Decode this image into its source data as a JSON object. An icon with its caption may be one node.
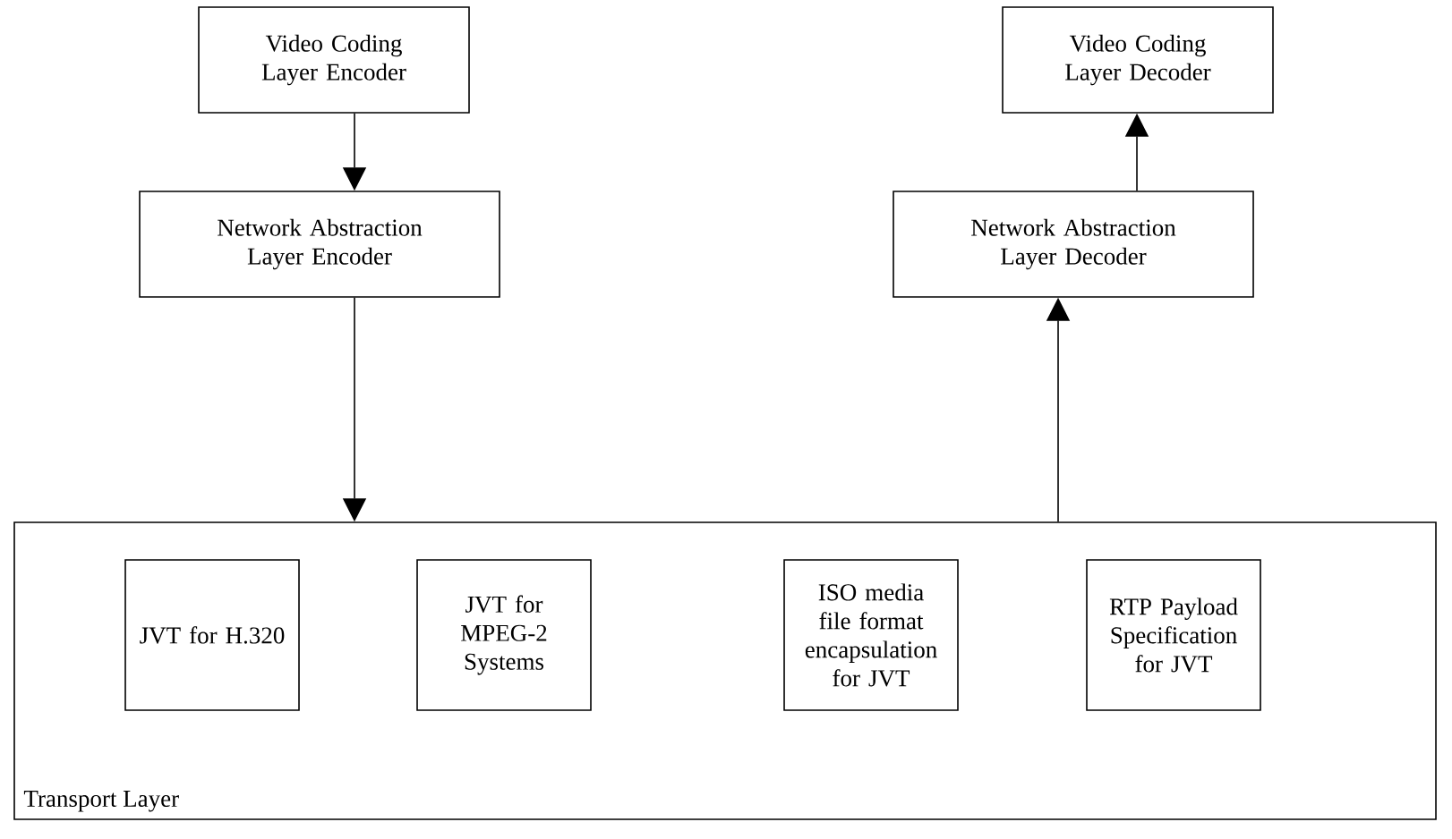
{
  "diagram": {
    "nodes": [
      {
        "text": [
          "Video Coding Layer Encoder"
        ]
      },
      {
        "text": [
          "Video Coding Layer Decoder"
        ]
      },
      {
        "text": [
          "Network Abstraction Layer Encoder"
        ]
      },
      {
        "text": [
          "Network Abstraction Layer Decoder"
        ]
      },
      {
        "text": [
          "Transport Layer"
        ]
      },
      {
        "text": [
          "JVT for H.320"
        ],
        "in": 4
      },
      {
        "text": [
          "JVT for MPEG-2 Systems"
        ],
        "in": 4
      },
      {
        "text": [
          "ISO media file format encapsulation for JVT"
        ],
        "in": 4
      },
      {
        "text": [
          "RTP Payload Specification for JVT"
        ],
        "in": 4
      }
    ],
    "edges": [
      {
        "from": 0,
        "to": 2,
        "arrow": "to"
      },
      {
        "from": 2,
        "to": 4,
        "arrow": "to"
      },
      {
        "from": 4,
        "to": 3,
        "arrow": "to"
      },
      {
        "from": 3,
        "to": 1,
        "arrow": "to"
      }
    ]
  }
}
